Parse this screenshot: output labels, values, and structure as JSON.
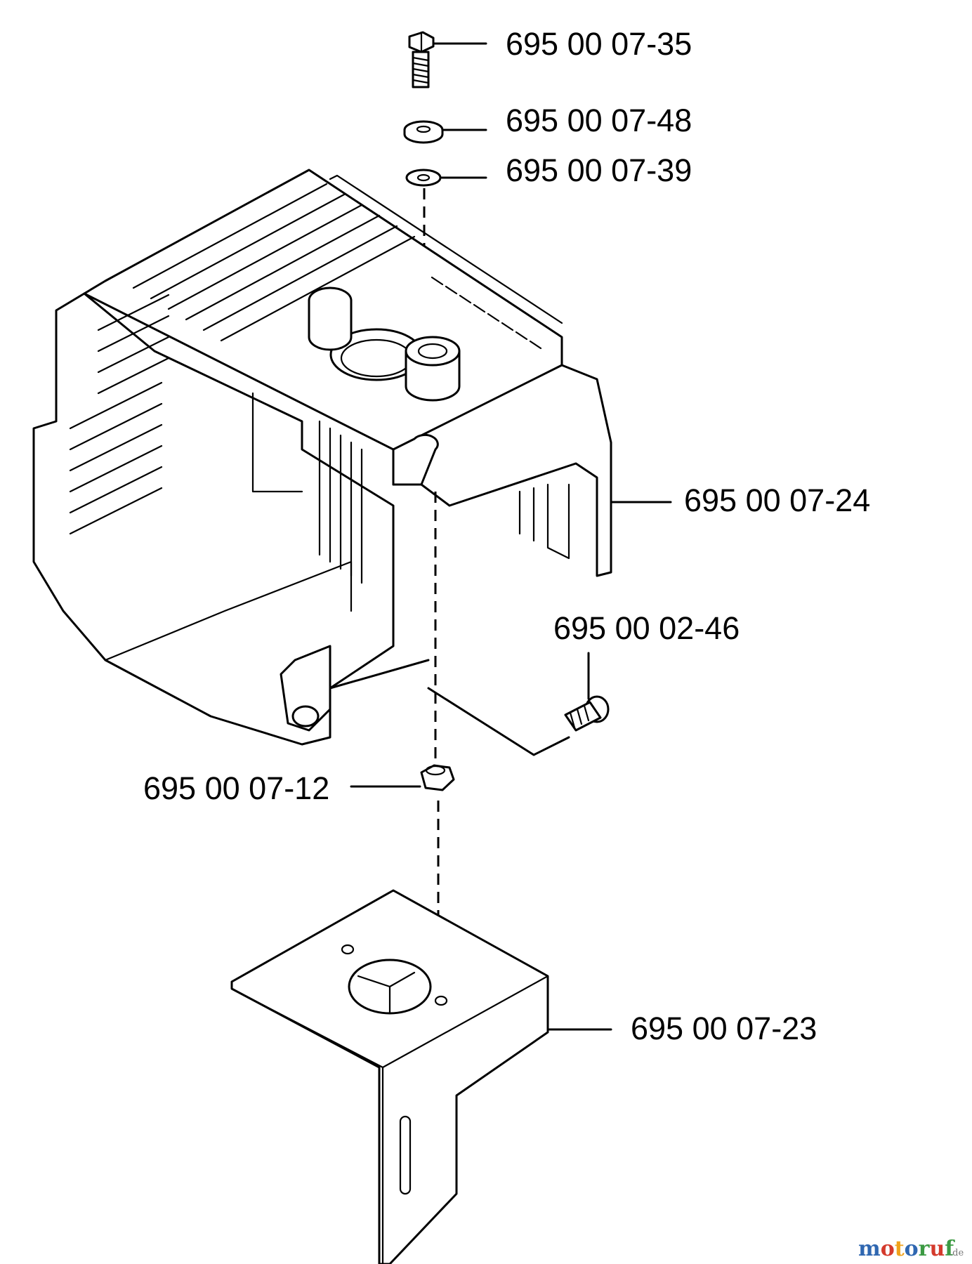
{
  "parts": [
    {
      "number": "695 00 07-35",
      "item": "screw"
    },
    {
      "number": "695 00 07-48",
      "item": "washer"
    },
    {
      "number": "695 00 07-39",
      "item": "washer"
    },
    {
      "number": "695 00 07-24",
      "item": "cylinder cover"
    },
    {
      "number": "695 00 02-46",
      "item": "screw"
    },
    {
      "number": "695 00 07-12",
      "item": "nut"
    },
    {
      "number": "695 00 07-23",
      "item": "heat shield"
    }
  ],
  "watermark": {
    "letters": [
      "m",
      "o",
      "t",
      "o",
      "r",
      "u",
      "f"
    ],
    "suffix": ".de",
    "colors": [
      "#2f67b1",
      "#d43a2c",
      "#f0a21b",
      "#2f67b1",
      "#3c9a43",
      "#d43a2c",
      "#3c9a43"
    ]
  }
}
